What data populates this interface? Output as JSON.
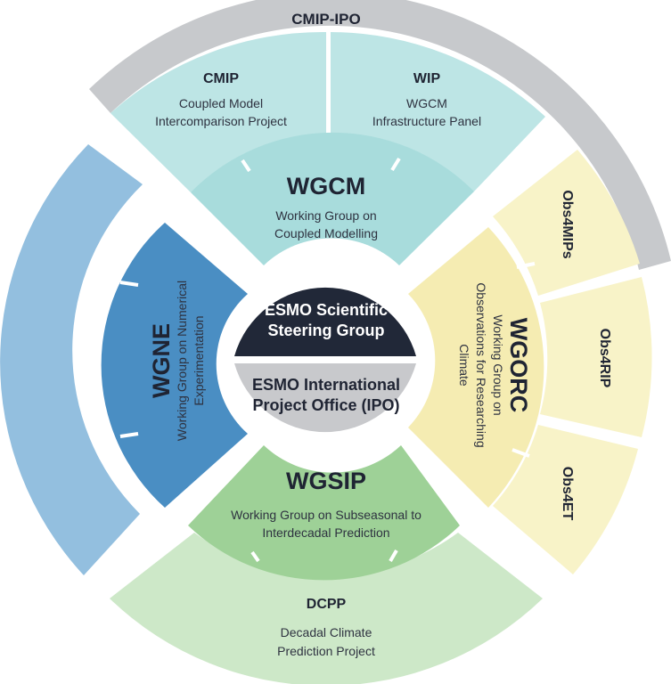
{
  "colors": {
    "cmip_ipo": "#c7c9cc",
    "wgcm_outer": "#bde5e5",
    "wgcm_inner": "#a8dcdc",
    "wgne_outer": "#93bfdf",
    "wgne_inner": "#4a8ec3",
    "wgorc_outer": "#f8f3c8",
    "wgorc_inner": "#f5ecb2",
    "wgsip_outer": "#cde8c8",
    "wgsip_inner": "#9ed197",
    "ssg": "#212838",
    "ipo": "#c8c9cc"
  },
  "cmip_ipo": {
    "label": "CMIP-IPO"
  },
  "cmip": {
    "title": "CMIP",
    "line1": "Coupled Model",
    "line2": "Intercomparison Project"
  },
  "wip": {
    "title": "WIP",
    "line1": "WGCM",
    "line2": "Infrastructure Panel"
  },
  "wgcm": {
    "title": "WGCM",
    "line1": "Working Group on",
    "line2": "Coupled Modelling"
  },
  "wgne": {
    "title": "WGNE",
    "line1": "Working Group on Numerical",
    "line2": "Experimentation"
  },
  "wgorc": {
    "title": "WGORC",
    "line1": "Working Group on",
    "line2": "Observations for Researching",
    "line3": "Climate"
  },
  "obs4mips": {
    "label": "Obs4MIPs"
  },
  "obs4rip": {
    "label": "Obs4RIP"
  },
  "obs4et": {
    "label": "Obs4ET"
  },
  "wgsip": {
    "title": "WGSIP",
    "line1": "Working Group on Subseasonal to",
    "line2": "Interdecadal Prediction"
  },
  "dcpp": {
    "title": "DCPP",
    "line1": "Decadal Climate",
    "line2": "Prediction Project"
  },
  "ssg": {
    "line1": "ESMO Scientific",
    "line2": "Steering Group"
  },
  "ipo": {
    "line1": "ESMO International",
    "line2": "Project Office (IPO)"
  }
}
